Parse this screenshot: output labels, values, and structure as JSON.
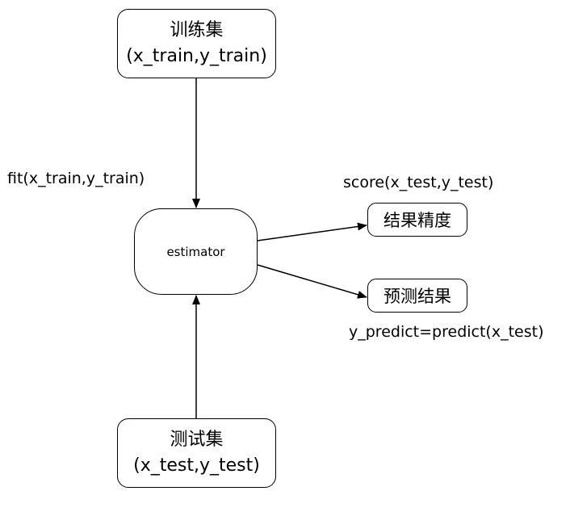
{
  "nodes": {
    "train": {
      "line1": "训练集",
      "line2": "(x_train,y_train)"
    },
    "estimator": {
      "label": "estimator"
    },
    "test": {
      "line1": "测试集",
      "line2": "(x_test,y_test)"
    },
    "accuracy": {
      "label": "结果精度"
    },
    "prediction": {
      "label": "预测结果"
    }
  },
  "edges": {
    "fit": {
      "label": "fit(x_train,y_train)"
    },
    "score": {
      "label": "score(x_test,y_test)"
    },
    "predict": {
      "label": "y_predict=predict(x_test)"
    }
  }
}
